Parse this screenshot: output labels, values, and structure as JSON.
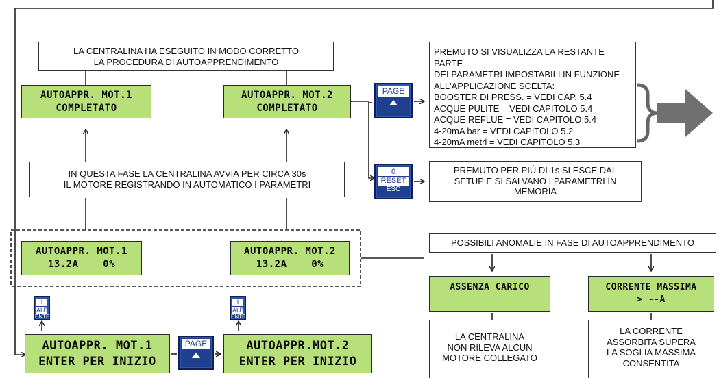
{
  "top_note": {
    "line1": "LA CENTRALINA HA ESEGUITO IN MODO CORRETTO",
    "line2": "LA PROCEDURA  DI AUTOAPPRENDIMENTO"
  },
  "lcd_done_1": {
    "line1": "AUTOAPPR. MOT.1",
    "line2": "COMPLETATO"
  },
  "lcd_done_2": {
    "line1": "AUTOAPPR. MOT.2",
    "line2": "COMPLETATO"
  },
  "phase_note": {
    "line1": "IN QUESTA FASE LA CENTRALINA AVVIA  PER CIRCA 30s",
    "line2": "IL MOTORE  REGISTRANDO IN AUTOMATICO I PARAMETRI"
  },
  "lcd_run_1": {
    "line1": "AUTOAPPR. MOT.1",
    "line2": "13.2A    0%"
  },
  "lcd_run_2": {
    "line1": "AUTOAPPR. MOT.2",
    "line2": "13.2A    0%"
  },
  "lcd_start_1": {
    "line1": "AUTOAPPR. MOT.1",
    "line2": "ENTER PER INIZIO"
  },
  "lcd_start_2": {
    "line1": "AUTOAPPR.MOT.2",
    "line2": "ENTER PER INIZIO"
  },
  "key_page": {
    "label": "PAGE"
  },
  "key_aut_enter": {
    "top": "I",
    "mid": "AUT",
    "bottom": "ENTER"
  },
  "key_reset": {
    "top": "0",
    "mid": "RESET",
    "bottom": "ESC"
  },
  "page_note": {
    "lines": [
      "PREMUTO SI VISUALIZZA LA RESTANTE PARTE",
      "DEI PARAMETRI IMPOSTABILI IN FUNZIONE",
      "ALL'APPLICAZIONE SCELTA:",
      "BOOSTER DI PRESS. = VEDI CAP. 5.4",
      "ACQUE PULITE = VEDI CAPITOLO 5.4",
      "ACQUE REFLUE = VEDI CAPITOLO 5.4",
      "4-20mA bar = VEDI CAPITOLO 5.2",
      "4-20mA metri = VEDI CAPITOLO 5.3"
    ]
  },
  "reset_note": {
    "line1": "PREMUTO PER PIÚ DI 1s SI ESCE DAL",
    "line2": "SETUP E SI SALVANO I PARAMETRI IN",
    "line3": "MEMORIA"
  },
  "anomaly_note": {
    "label": "POSSIBILI ANOMALIE IN FASE DI AUTOAPPRENDIMENTO"
  },
  "lcd_no_load": {
    "line1": "ASSENZA CARICO"
  },
  "lcd_max_current": {
    "line1": "CORRENTE MASSIMA",
    "line2": "> --A"
  },
  "no_load_note": {
    "line1": "LA CENTRALINA",
    "line2": "NON RILEVA ALCUN",
    "line3": "MOTORE COLLEGATO"
  },
  "max_current_note": {
    "line1": "LA CORRENTE",
    "line2": "ASSORBITA SUPERA",
    "line3": "LA SOGLIA MASSIMA",
    "line4": "CONSENTITA"
  }
}
